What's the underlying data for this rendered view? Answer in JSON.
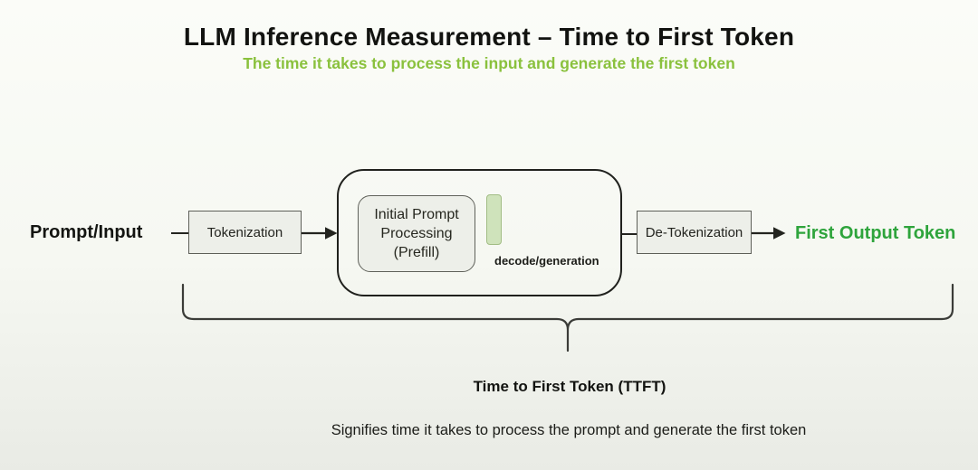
{
  "header": {
    "title": "LLM Inference Measurement – Time to First Token",
    "subtitle": "The time it takes to process the input and generate the first token"
  },
  "flow": {
    "input_label": "Prompt/Input",
    "tokenization_label": "Tokenization",
    "prefill_lines": [
      "Initial Prompt",
      "Processing",
      "(Prefill)"
    ],
    "decode_label": "decode/generation",
    "detokenization_label": "De-Tokenization",
    "output_label": "First Output Token"
  },
  "annotation": {
    "brace_label": "Time to First Token (TTFT)",
    "description": "Signifies time it takes to process the prompt and generate the first token"
  },
  "colors": {
    "subtitle_green": "#8ac13d",
    "output_green": "#2ea43c",
    "decode_bar_fill": "#cfe3bb",
    "decode_bar_border": "#a2bd85",
    "node_fill": "#edefe9",
    "node_border": "#5d5f58",
    "line_color": "#23241f"
  }
}
